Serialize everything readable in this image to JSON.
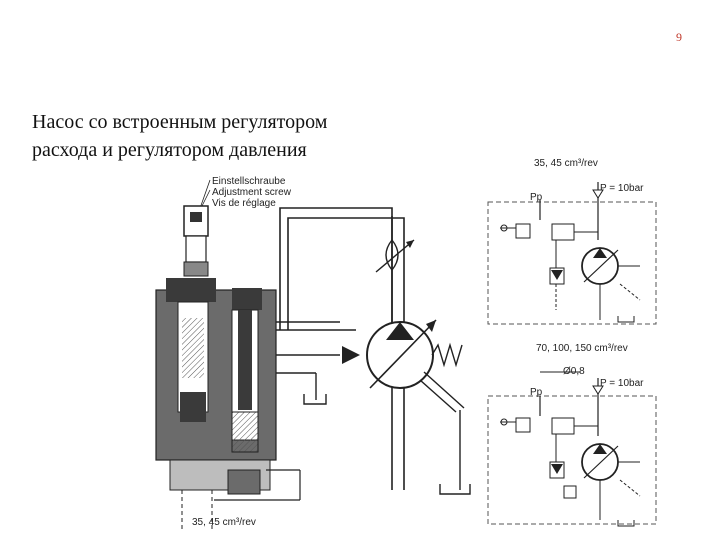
{
  "page": {
    "mark": "9",
    "title_line1": "Насос со встроенным регулятором",
    "title_line2": "расхода и регулятором давления"
  },
  "labels": {
    "adjust_de": "Einstellschraube",
    "adjust_en": "Adjustment screw",
    "adjust_fr": "Vis de réglage",
    "displacement_bottom": "35, 45 cm³/rev",
    "displacement_top_right": "35, 45 cm³/rev",
    "displacement_bottom_right": "70, 100, 150 cm³/rev",
    "pressure_top": "P = 10bar",
    "pressure_bottom": "P = 10bar",
    "port_top": "Pp",
    "port_bottom": "Pp",
    "orifice": "Ø0,8"
  },
  "icons": [
    "adjustment-screw-icon",
    "variable-pump-icon",
    "check-valve-icon",
    "adjustable-throttle-icon",
    "tank-icon",
    "spring-icon",
    "motor-shaft-icon"
  ],
  "colors": {
    "line": "#222222",
    "body_gray": "#6b6b6b",
    "dark_gray": "#3a3a3a",
    "light_gray": "#bdbdbd",
    "page_mark": "#c0392b"
  }
}
